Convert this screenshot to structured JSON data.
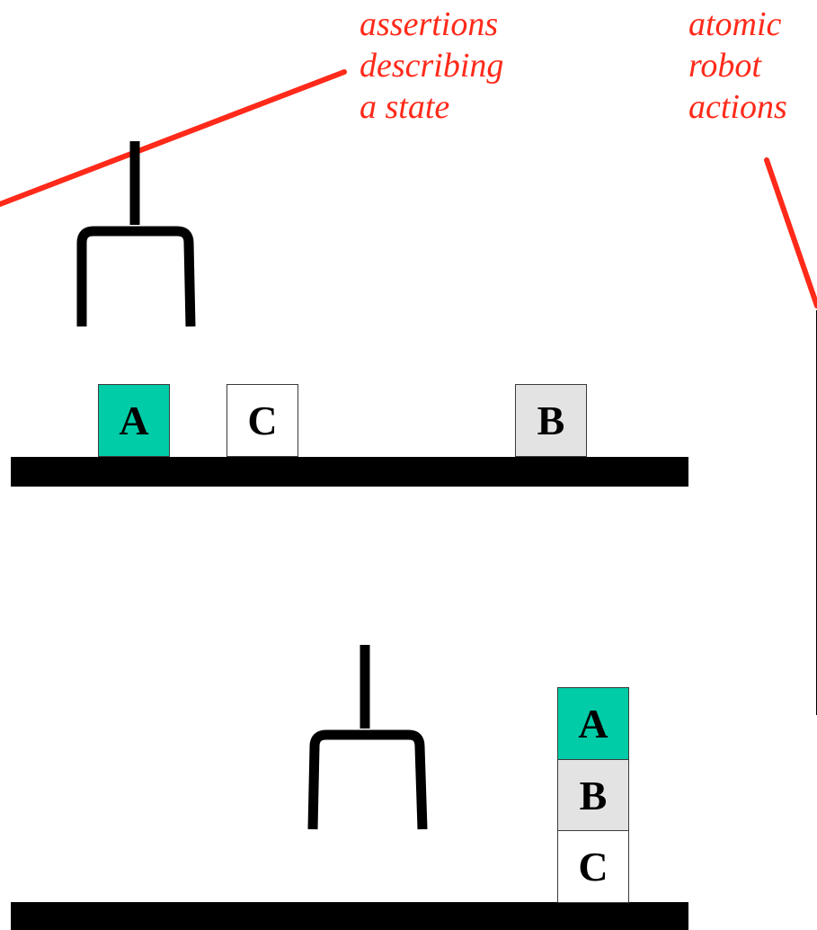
{
  "annotations": {
    "state": {
      "lines": [
        "assertions",
        "describing",
        "a state"
      ]
    },
    "actions": {
      "lines": [
        "atomic",
        "robot",
        "actions"
      ]
    }
  },
  "colors": {
    "annotation": "#ff2a1a",
    "block_A": "#00cca7",
    "block_B": "#e3e3e3",
    "block_C": "#ffffff",
    "gripper": "#000000",
    "table": "#000000"
  },
  "scenes": {
    "top": {
      "blocks": [
        {
          "label": "A"
        },
        {
          "label": "C"
        },
        {
          "label": "B"
        }
      ]
    },
    "bottom": {
      "blocks": [
        {
          "label": "A"
        },
        {
          "label": "B"
        },
        {
          "label": "C"
        }
      ]
    }
  }
}
